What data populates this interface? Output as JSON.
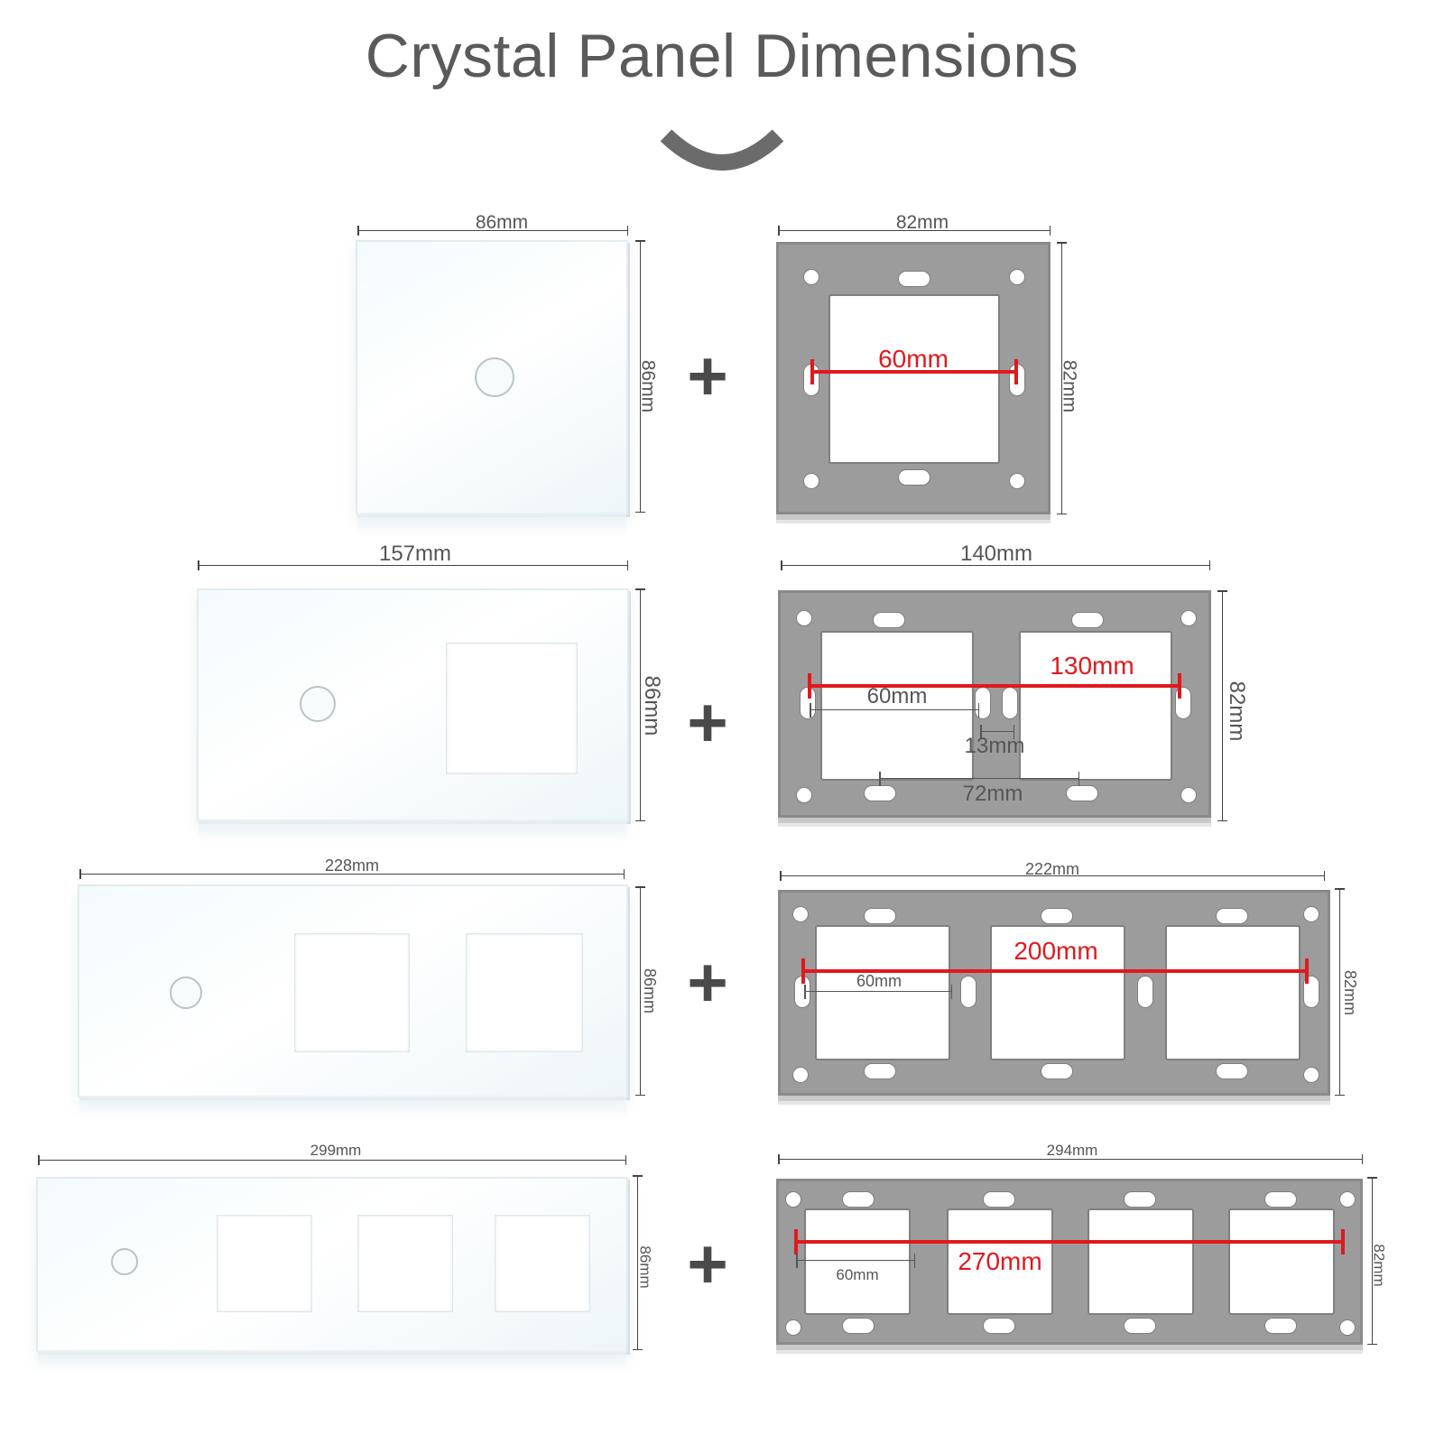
{
  "title": "Crystal Panel Dimensions",
  "plus_symbol": "+",
  "rows": [
    {
      "glass_width": "86mm",
      "glass_height": "86mm",
      "frame_width": "82mm",
      "frame_height": "82mm",
      "frame_span": "60mm"
    },
    {
      "glass_width": "157mm",
      "glass_height": "86mm",
      "frame_width": "140mm",
      "frame_height": "82mm",
      "frame_span": "130mm",
      "module_width": "60mm",
      "gap": "13mm",
      "center_distance": "72mm"
    },
    {
      "glass_width": "228mm",
      "glass_height": "86mm",
      "frame_width": "222mm",
      "frame_height": "82mm",
      "frame_span": "200mm",
      "module_width": "60mm"
    },
    {
      "glass_width": "299mm",
      "glass_height": "86mm",
      "frame_width": "294mm",
      "frame_height": "82mm",
      "frame_span": "270mm",
      "module_width": "60mm"
    }
  ]
}
